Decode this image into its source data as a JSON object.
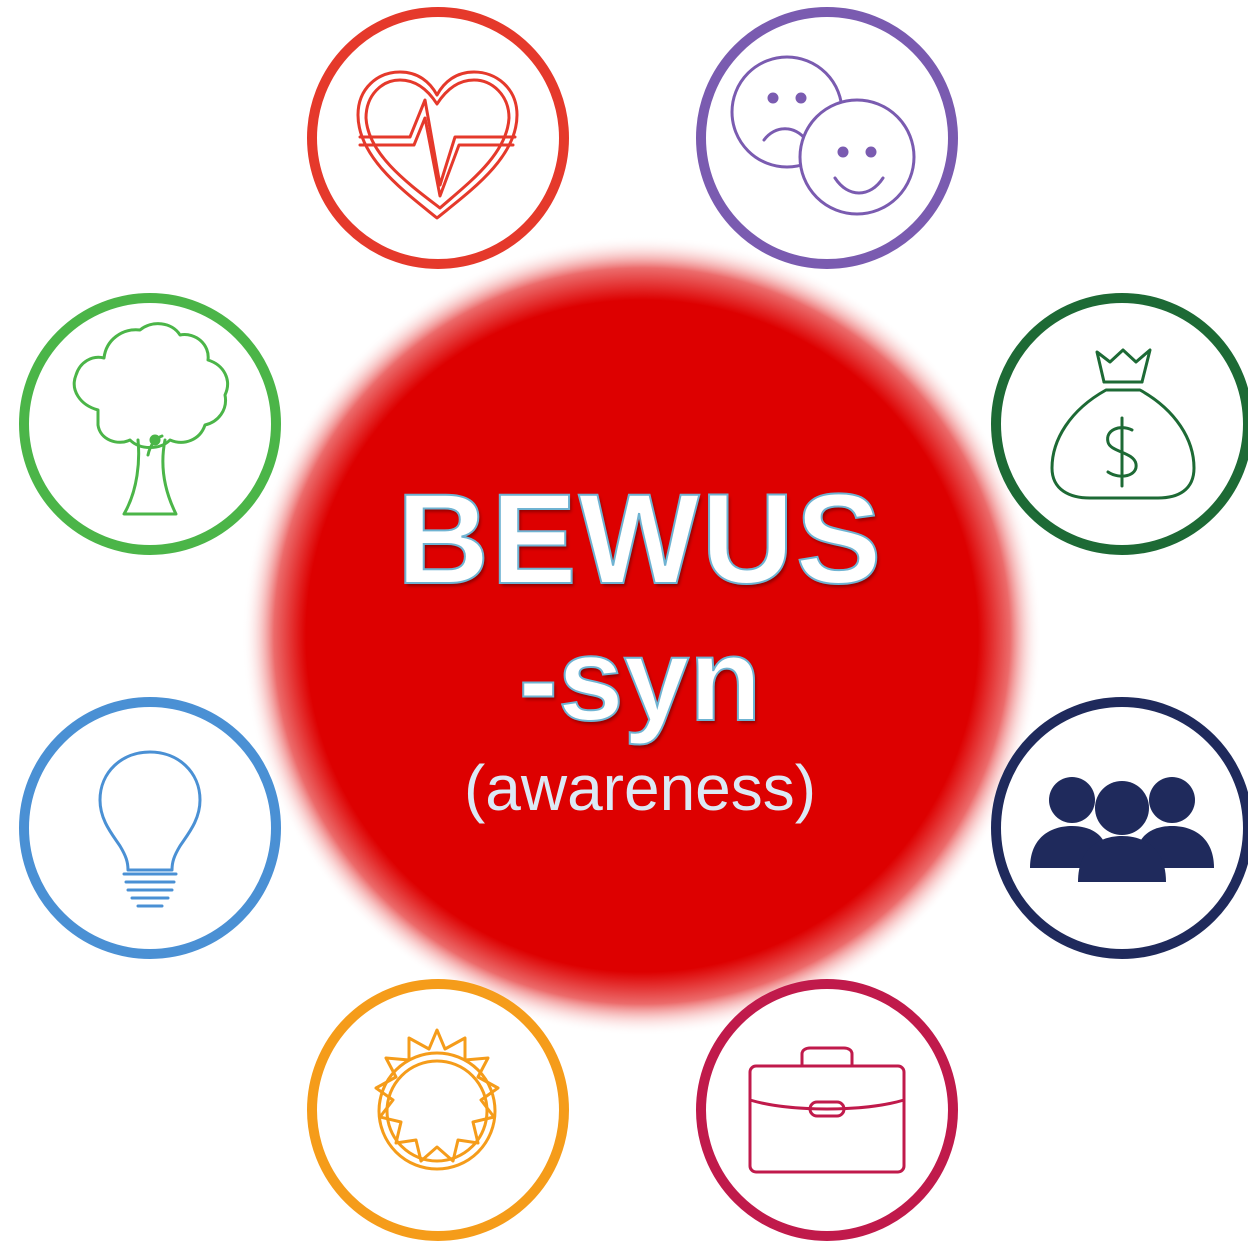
{
  "center": {
    "title": "BEWUS",
    "subtitle": "-syn",
    "translation": "(awareness)",
    "fill_color": "#dd0000"
  },
  "nodes": [
    {
      "icon": "heart-pulse-icon",
      "color": "#e5392b"
    },
    {
      "icon": "faces-icon",
      "color": "#7a5bb0"
    },
    {
      "icon": "money-bag-icon",
      "color": "#1d6a35"
    },
    {
      "icon": "people-group-icon",
      "color": "#1f2a5c"
    },
    {
      "icon": "briefcase-icon",
      "color": "#c01a4b"
    },
    {
      "icon": "sun-icon",
      "color": "#f59c1a"
    },
    {
      "icon": "lightbulb-icon",
      "color": "#4a90d4"
    },
    {
      "icon": "tree-icon",
      "color": "#4bb548"
    }
  ]
}
